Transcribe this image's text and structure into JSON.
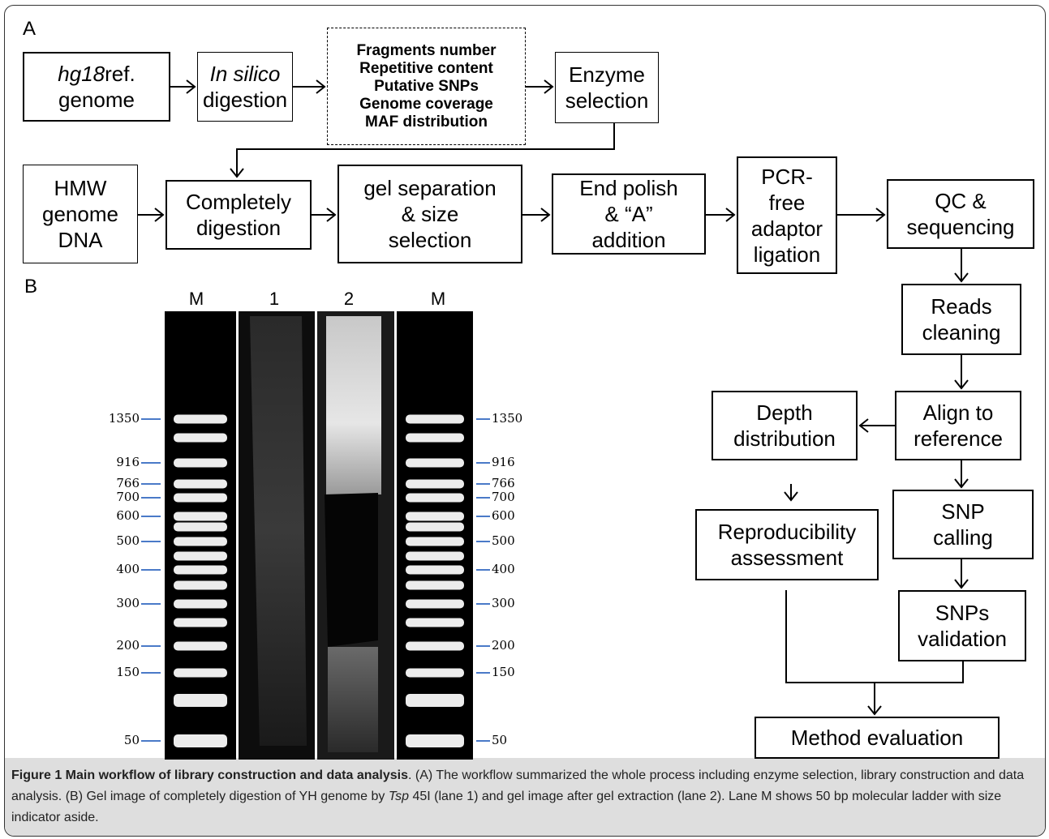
{
  "panel_a": "A",
  "panel_b": "B",
  "flow": {
    "hg18_italic": "hg18",
    "hg18_rest": "ref.\ngenome",
    "insilico_italic": "In silico",
    "insilico_rest": "digestion",
    "criteria": "Fragments number\nRepetitive content\nPutative SNPs\nGenome coverage\nMAF distribution",
    "enzyme": "Enzyme\nselection",
    "hmw": "HMW\ngenome\nDNA",
    "digest": "Completely\ndigestion",
    "gel": "gel separation\n& size\nselection",
    "polish": "End polish\n& “A”\naddition",
    "pcr": "PCR-\nfree\nadaptor\nligation",
    "qc": "QC &\nsequencing",
    "reads": "Reads\ncleaning",
    "align": "Align to\nreference",
    "depth": "Depth\ndistribution",
    "snp_calling": "SNP\ncalling",
    "repro": "Reproducibility\nassessment",
    "snp_valid": "SNPs\nvalidation",
    "method": "Method evaluation"
  },
  "gel": {
    "lanes": [
      "M",
      "1",
      "2",
      "M"
    ],
    "ladder_sizes": [
      "1350",
      "916",
      "766",
      "700",
      "600",
      "500",
      "400",
      "300",
      "200",
      "150",
      "50"
    ]
  },
  "caption": {
    "title": "Figure 1 Main workflow of library construction and data analysis",
    "text_a": ". (A) The workflow summarized the whole process including enzyme selection, library construction and data analysis. (B) Gel image of completely digestion of YH genome by ",
    "enzyme_italic": "Tsp",
    "text_b": " 45I (lane 1) and gel image after gel extraction (lane 2). Lane M shows 50 bp molecular ladder with size indicator aside."
  }
}
